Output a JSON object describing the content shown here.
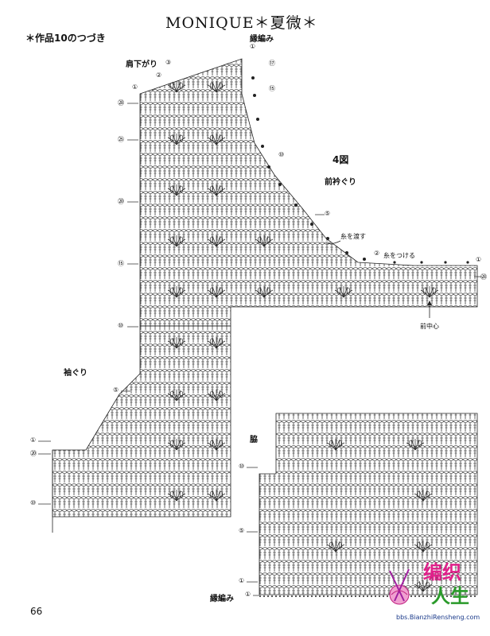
{
  "title": "MONIQUE＊夏微＊",
  "subtitle": "＊作品10のつづき",
  "page_number": "66",
  "figure_label": "4図",
  "labels": {
    "border_knit_top": "縁編み",
    "shoulder_drop": "肩下がり",
    "front_neckline": "前衿ぐり",
    "pass_yarn": "糸を渡す",
    "attach_yarn": "糸をつける",
    "front_center": "前中心",
    "armhole": "袖ぐり",
    "side": "脇",
    "border_knit_bottom": "縁編み"
  },
  "row_markers": [
    "①",
    "②",
    "③",
    "⑤",
    "⑩",
    "⑮",
    "⑰",
    "⑳",
    "㉕",
    "㉘"
  ],
  "watermark": {
    "text_top": "编织",
    "text_bottom": "人生",
    "url": "bbs.BianzhiRensheng.com",
    "colors": {
      "top": "#e0208a",
      "bottom": "#2a9a2a",
      "url": "#1a3a8a"
    }
  }
}
